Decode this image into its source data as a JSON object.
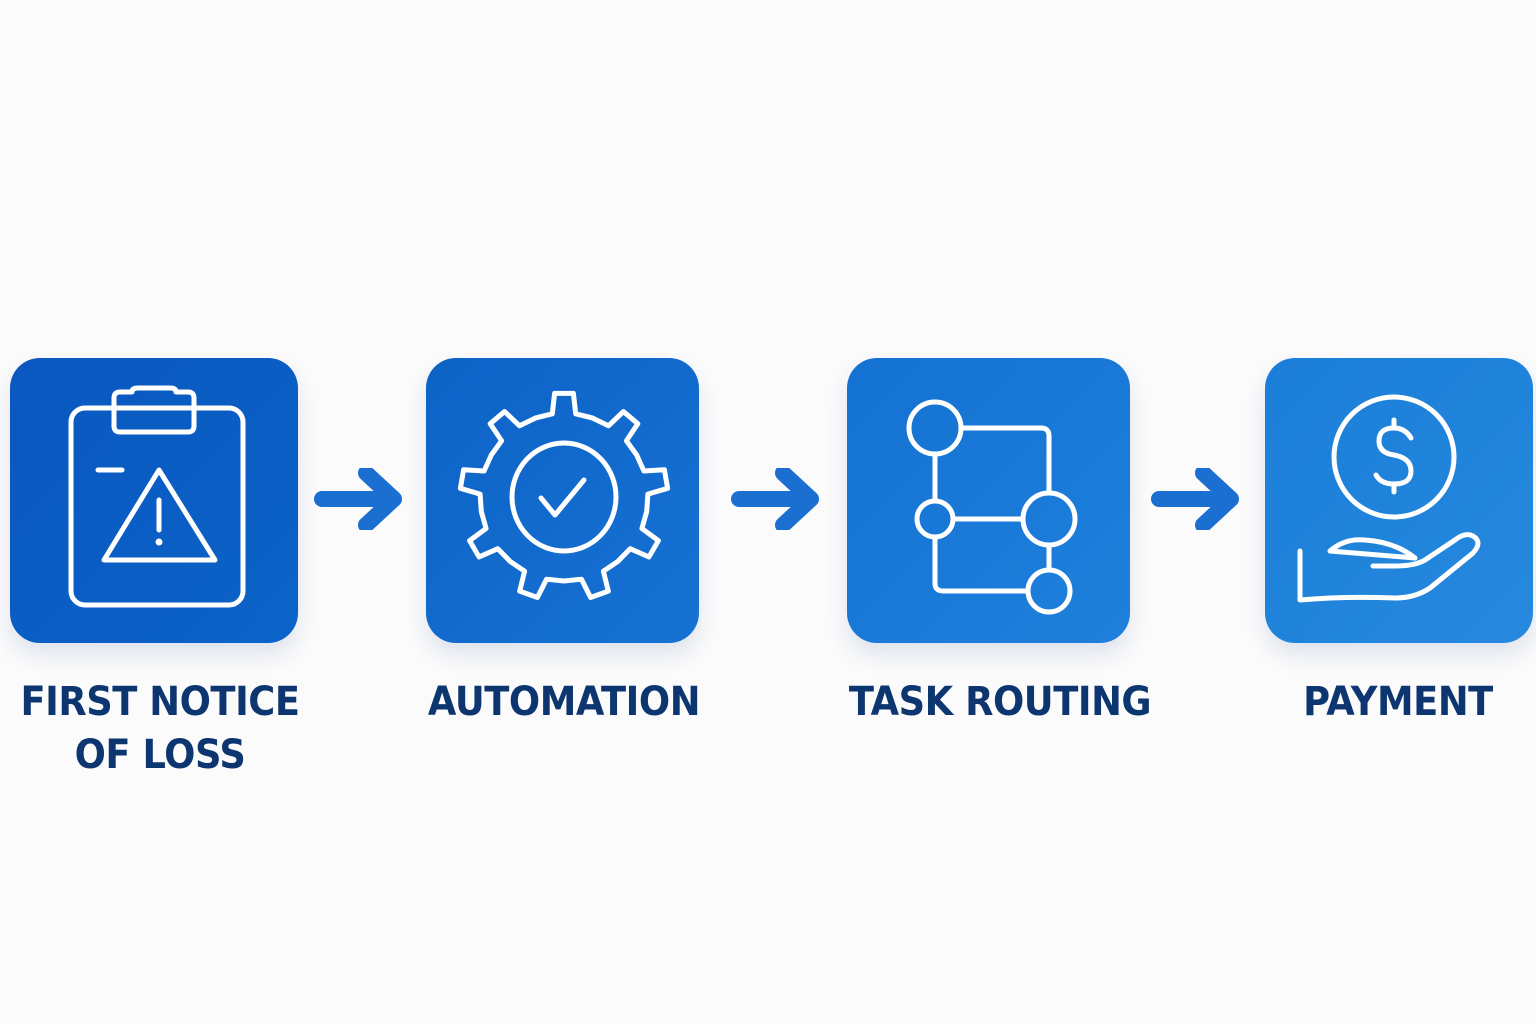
{
  "steps": [
    {
      "label_line1": "FIRST NOTICE",
      "label_line2": "OF LOSS",
      "icon": "clipboard-warning-icon",
      "color": "#0a5cc2"
    },
    {
      "label_line1": "AUTOMATION",
      "icon": "gear-check-icon",
      "color": "#1169cc"
    },
    {
      "label_line1": "TASK ROUTING",
      "icon": "workflow-nodes-icon",
      "color": "#1a7ad8"
    },
    {
      "label_line1": "PAYMENT",
      "icon": "hand-coin-dollar-icon",
      "color": "#2187dc"
    }
  ],
  "colors": {
    "arrow": "#1a6fd0",
    "label": "#0d3570",
    "background": "#fbfbfc"
  }
}
